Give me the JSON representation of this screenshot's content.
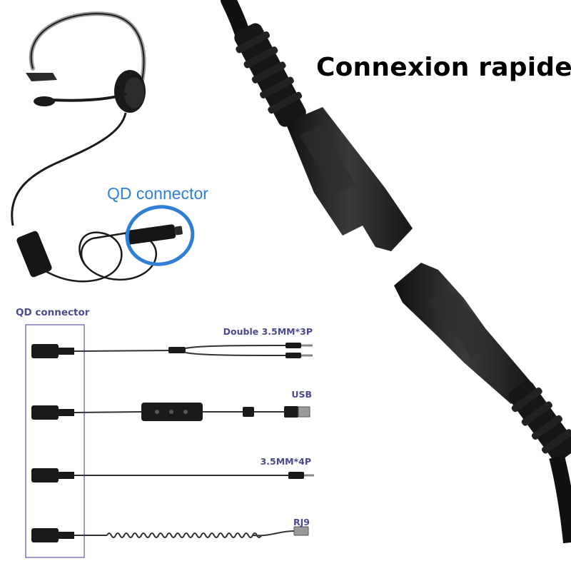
{
  "headline": "Connexion rapide",
  "callout_label": "QD connector",
  "cable_section": {
    "heading": "QD connector",
    "cables": [
      {
        "label": "Double 3.5MM*3P"
      },
      {
        "label": "USB"
      },
      {
        "label": "3.5MM*4P"
      },
      {
        "label": "RJ9"
      }
    ]
  },
  "colors": {
    "callout": "#2f7fd6",
    "cable_label": "#4a4a8c",
    "frame": "#7a78b8"
  }
}
